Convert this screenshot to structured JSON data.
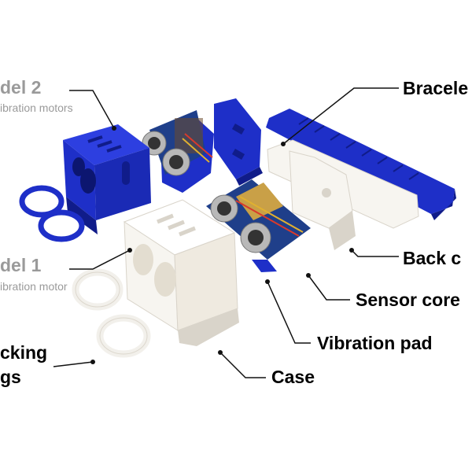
{
  "labels": {
    "model2_title": "del 2",
    "model2_sub": "ibration motors",
    "model1_title": "del 1",
    "model1_sub": "ibration motor",
    "packing_line1": "cking",
    "packing_line2": "gs",
    "bracelet": "Bracele",
    "back_cover": "Back c",
    "sensor_core": "Sensor core",
    "vibration_pad": "Vibration pad",
    "case": "Case"
  },
  "colors": {
    "blue": "#1e2fc8",
    "blue_dark": "#101c8a",
    "white_part": "#f7f5f0",
    "white_shadow": "#d9d4ca",
    "pcb": "#1f3f8a",
    "sensor_metal": "#b8b8b8",
    "label_gray": "#9a9a9a",
    "leader": "#111111"
  }
}
